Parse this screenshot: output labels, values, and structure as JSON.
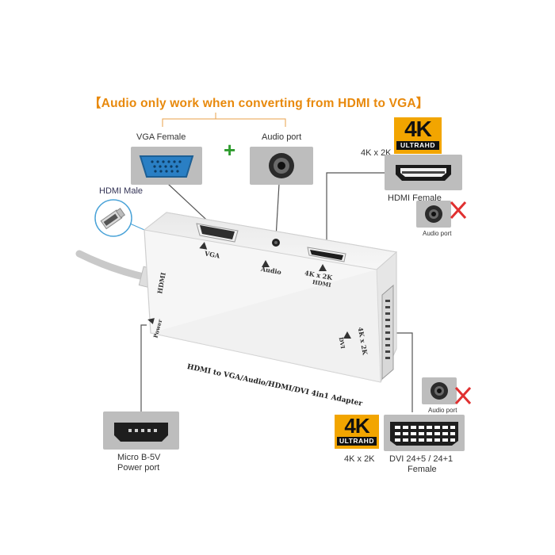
{
  "headline": "【Audio only work when converting from HDMI to VGA】",
  "callouts": {
    "vga_female": "VGA Female",
    "audio_port_top": "Audio port",
    "hdmi_male": "HDMI Male",
    "fourk_2k_top": "4K x 2K",
    "hdmi_female": "HDMI Female",
    "audio_port_small_1": "Audio port",
    "audio_port_small_2": "Audio port",
    "micro_b_line1": "Micro B-5V",
    "micro_b_line2": "Power port",
    "fourk_2k_bottom": "4K x 2K",
    "dvi_line1": "DVI 24+5 / 24+1",
    "dvi_line2": "Female"
  },
  "plus_symbol": "+",
  "badges": [
    {
      "big": "4K",
      "ultra": "ULTRAHD"
    },
    {
      "big": "4K",
      "ultra": "ULTRAHD"
    }
  ],
  "device": {
    "product_text": "HDMI to VGA/Audio/HDMI/DVI 4in1 Adapter",
    "port_labels": {
      "vga": "VGA",
      "audio": "Audio",
      "hdmi_res": "4K x 2K",
      "hdmi": "HDMI",
      "hdmi_side": "HDMI",
      "power": "Power",
      "dvi_res": "4K x 2K",
      "dvi": "DVI"
    }
  },
  "colors": {
    "headline": "#e8890c",
    "badge": "#f2a500",
    "plus": "#2e9b2e",
    "cross": "#e03030",
    "hdmi_cable_circle": "#4aa3d8"
  },
  "icons": [
    "vga-port-icon",
    "audio-jack-icon",
    "hdmi-port-icon",
    "micro-usb-port-icon",
    "dvi-port-icon",
    "cross-icon",
    "plus-icon",
    "hdmi-cable-icon"
  ]
}
